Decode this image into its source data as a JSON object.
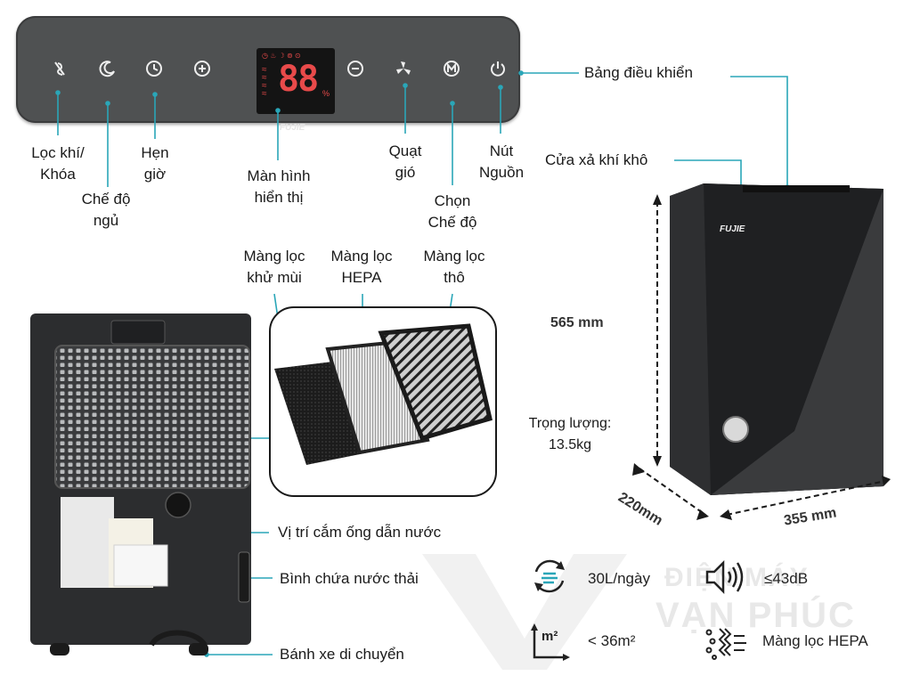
{
  "panel": {
    "brand": "FUJIE",
    "display_digits": "88"
  },
  "labels": {
    "filter_lock": "Lọc khí/\nKhóa",
    "sleep_mode": "Chế độ\nngủ",
    "timer": "Hẹn\ngiờ",
    "display": "Màn hình\nhiển thị",
    "fan": "Quạt\ngió",
    "mode": "Chọn\nChế độ",
    "power": "Nút\nNguồn",
    "control_panel": "Bảng điều khiển",
    "dry_air_outlet": "Cửa xả khí khô",
    "deodor_filter": "Màng lọc\nkhử mùi",
    "hepa_filter": "Màng lọc\nHEPA",
    "coarse_filter": "Màng lọc\nthô",
    "drain_pipe": "Vị trí cắm ống dẫn nước",
    "water_tank": "Bình chứa nước thải",
    "wheels": "Bánh xe di chuyển"
  },
  "dimensions": {
    "height": "565 mm",
    "depth": "220mm",
    "width": "355 mm",
    "weight": "Trọng lượng:\n13.5kg"
  },
  "specs": {
    "capacity": "30L/ngày",
    "noise": "≤43dB",
    "area": "< 36m²",
    "area_icon_text": "m²",
    "filter": "Màng lọc HEPA"
  },
  "watermark": {
    "line1": "ĐIỆN MÁY",
    "line2": "VẠN PHÚC"
  },
  "device": {
    "brand": "FUJIE"
  },
  "colors": {
    "accent_line": "#2aa6b8",
    "panel": "#4f5152",
    "body": "#2c2d2f",
    "led": "#e84a4a"
  }
}
